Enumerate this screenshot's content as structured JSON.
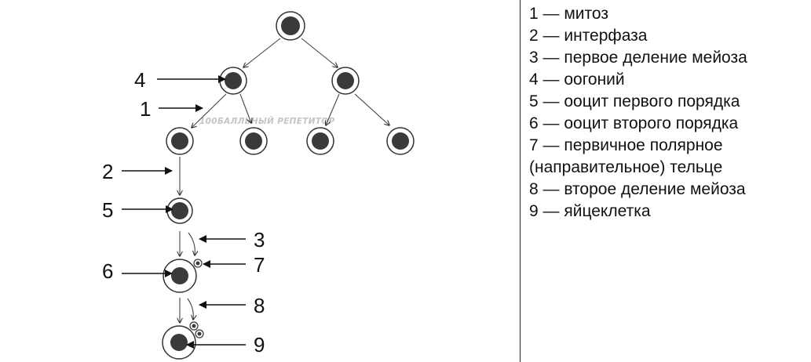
{
  "diagram": {
    "numbers": [
      "1",
      "2",
      "3",
      "4",
      "5",
      "6",
      "7",
      "8",
      "9"
    ],
    "watermark": "100БАЛЛЬНЫЙ РЕПЕТИТОР"
  },
  "legend": [
    "1 — митоз",
    "2 — интерфаза",
    "3 — первое деление мейоза",
    "4 — оогоний",
    "5 — ооцит первого порядка",
    "6 — ооцит второго порядка",
    "7 — первичное полярное",
    "(направительное) тельце",
    "8 — второе деление мейоза",
    "9 — яйцеклетка"
  ]
}
